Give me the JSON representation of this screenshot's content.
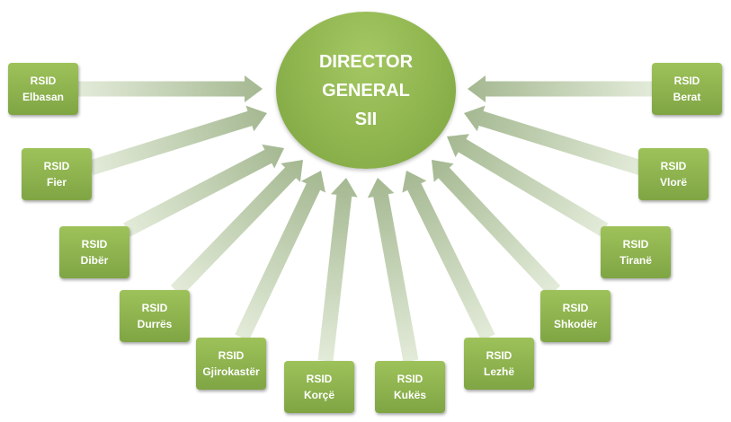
{
  "center": {
    "line1": "DIRECTOR",
    "line2": "GENERAL",
    "line3": "SII"
  },
  "nodes": [
    {
      "line1": "RSID",
      "line2": "Elbasan"
    },
    {
      "line1": "RSID",
      "line2": "Fier"
    },
    {
      "line1": "RSID",
      "line2": "Dibër"
    },
    {
      "line1": "RSID",
      "line2": "Durrës"
    },
    {
      "line1": "RSID",
      "line2": "Gjirokastër"
    },
    {
      "line1": "RSID",
      "line2": "Korçë"
    },
    {
      "line1": "RSID",
      "line2": "Kukës"
    },
    {
      "line1": "RSID",
      "line2": "Lezhë"
    },
    {
      "line1": "RSID",
      "line2": "Shkodër"
    },
    {
      "line1": "RSID",
      "line2": "Tiranë"
    },
    {
      "line1": "RSID",
      "line2": "Vlorë"
    },
    {
      "line1": "RSID",
      "line2": "Berat"
    }
  ],
  "colors": {
    "box": "#8ab24c",
    "center": "#94ba55",
    "arrow_head": "#a4b891",
    "arrow_tail": "#e3ebd9",
    "text": "#ffffff"
  }
}
